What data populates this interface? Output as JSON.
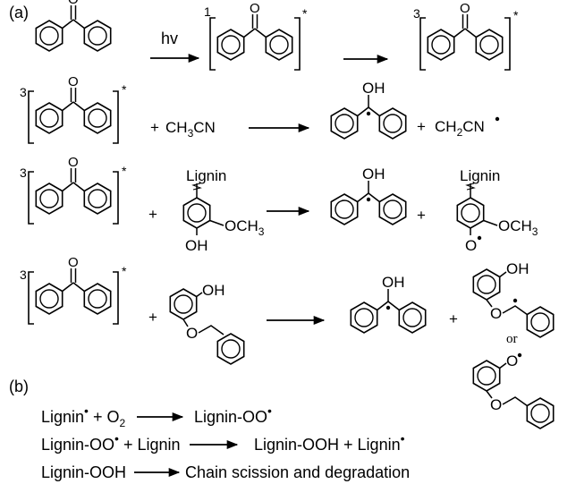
{
  "panel_labels": {
    "a": "(a)",
    "b": "(b)"
  },
  "row1": {
    "arrow_label": "hv",
    "singlet_super": "1",
    "triplet_super": "3",
    "star": "*"
  },
  "row2": {
    "triplet_super": "3",
    "star": "*",
    "plus1": "+",
    "reagent_pre": "CH",
    "reagent_sub": "3",
    "reagent_post": "CN",
    "ketyl_oh": "OH",
    "plus2": "+",
    "product_pre": "CH",
    "product_sub": "2",
    "product_post": "CN"
  },
  "row3": {
    "triplet_super": "3",
    "star": "*",
    "plus1": "+",
    "lignin_label": "Lignin",
    "methoxy_pre": "OCH",
    "methoxy_sub": "3",
    "phenol_oh": "OH",
    "ketyl_oh": "OH",
    "plus2": "+",
    "product_lignin_label": "Lignin",
    "product_methoxy_pre": "OCH",
    "product_methoxy_sub": "3",
    "product_o": "O"
  },
  "row4": {
    "triplet_super": "3",
    "star": "*",
    "plus1": "+",
    "reagent_oh": "OH",
    "reagent_o": "O",
    "ketyl_oh": "OH",
    "plus2": "+",
    "product1_oh": "OH",
    "product1_o": "O",
    "or": "or",
    "product2_o1": "O",
    "product2_o2": "O"
  },
  "b_lines": [
    {
      "left": "Lignin",
      "left_dot": true,
      "plus": " + O",
      "o_sub": "2",
      "right": "Lignin-OO",
      "right_dot": true
    },
    {
      "left": "Lignin-OO",
      "left_dot": true,
      "plus": " + Lignin",
      "right": "Lignin-OOH + Lignin",
      "right_dot": true
    },
    {
      "left": "Lignin-OOH",
      "right": "Chain scission and degradation"
    }
  ]
}
